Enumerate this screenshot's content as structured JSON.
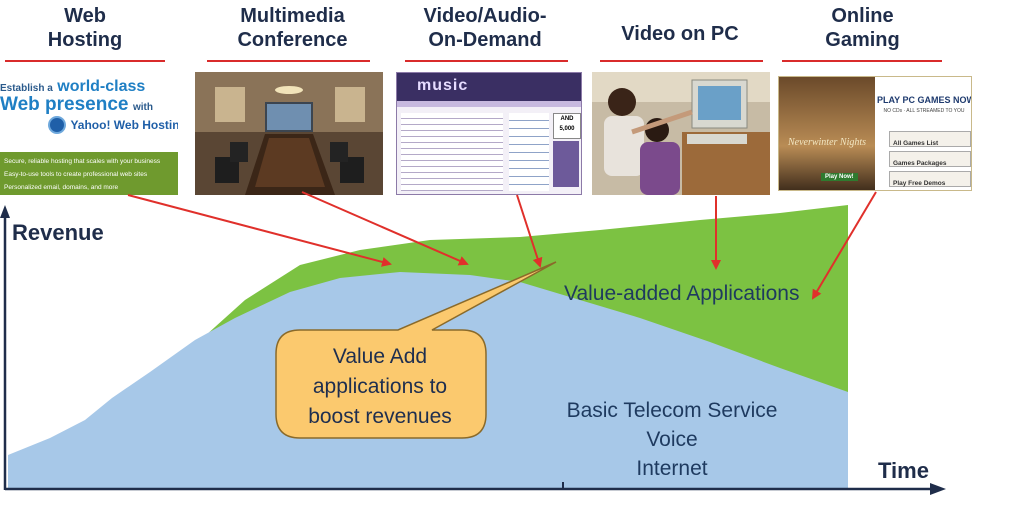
{
  "categories": [
    {
      "id": "web-hosting",
      "label": "Web\nHosting"
    },
    {
      "id": "multimedia-conference",
      "label": "Multimedia\nConference"
    },
    {
      "id": "video-audio-on-demand",
      "label": "Video/Audio-\nOn-Demand"
    },
    {
      "id": "video-on-pc",
      "label": "Video on PC"
    },
    {
      "id": "online-gaming",
      "label": "Online\nGaming"
    }
  ],
  "web_hosting_ad": {
    "line1a": "Establish a",
    "line1b": "world-class",
    "line2a": "Web presence",
    "line2b": "with",
    "line3": "Yahoo! Web Hosting",
    "bullets": [
      "Secure, reliable hosting that scales with your business",
      "Easy-to-use tools to create professional web sites",
      "Personalized email, domains, and more"
    ]
  },
  "music_site": {
    "banner": "music",
    "badge": "AND 5,000"
  },
  "gaming_ad": {
    "headline": "PLAY PC GAMES NOW!",
    "subline": "NO CDs · ALL STREAMED TO YOU",
    "game_title": "Neverwinter Nights",
    "play_button": "Play Now!",
    "menu": [
      "All Games List",
      "Games Packages",
      "Play Free Demos"
    ]
  },
  "axes": {
    "y_label": "Revenue",
    "x_label": "Time"
  },
  "regions": {
    "value_added": "Value-added Applications",
    "basic_lines": [
      "Basic Telecom Service",
      "Voice",
      "Internet"
    ]
  },
  "callout_lines": [
    "Value Add",
    "applications to",
    "boost revenues"
  ],
  "colors": {
    "green": "#7cc242",
    "blue": "#a7c8e8",
    "arrow": "#e0302b",
    "callout": "#fbc96e",
    "axis": "#1f2d4a"
  }
}
